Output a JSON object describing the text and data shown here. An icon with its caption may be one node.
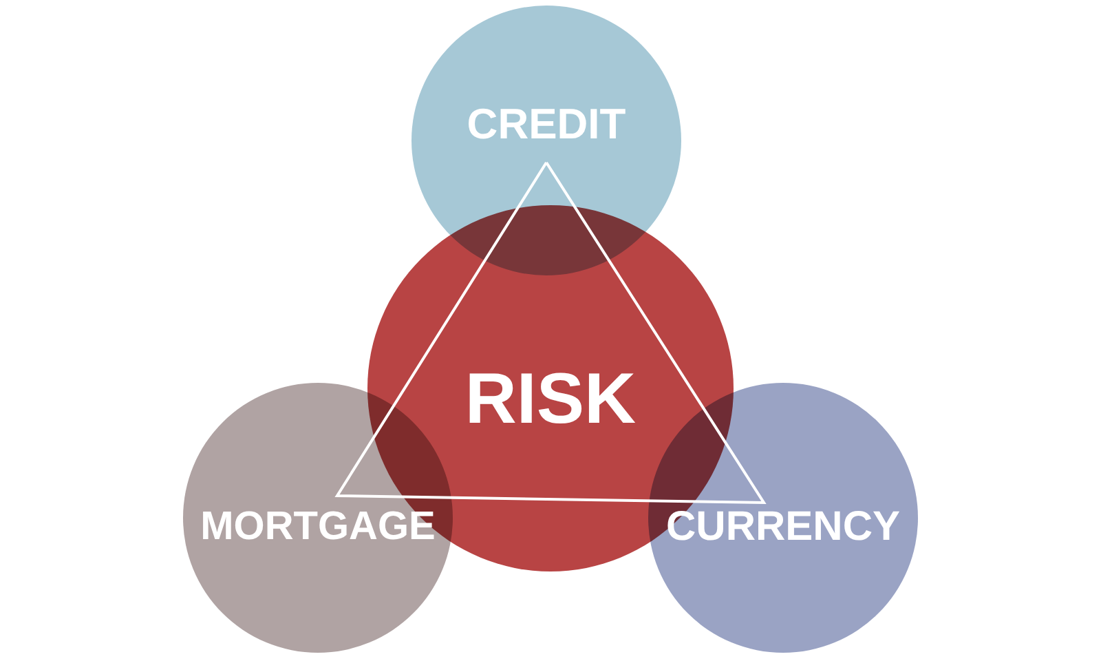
{
  "diagram": {
    "nodes": [
      {
        "text": [
          "CREDIT"
        ]
      },
      {
        "text": [
          "RISK"
        ]
      },
      {
        "text": [
          "MORTGAGE"
        ]
      },
      {
        "text": [
          "CURRENCY"
        ]
      }
    ]
  }
}
